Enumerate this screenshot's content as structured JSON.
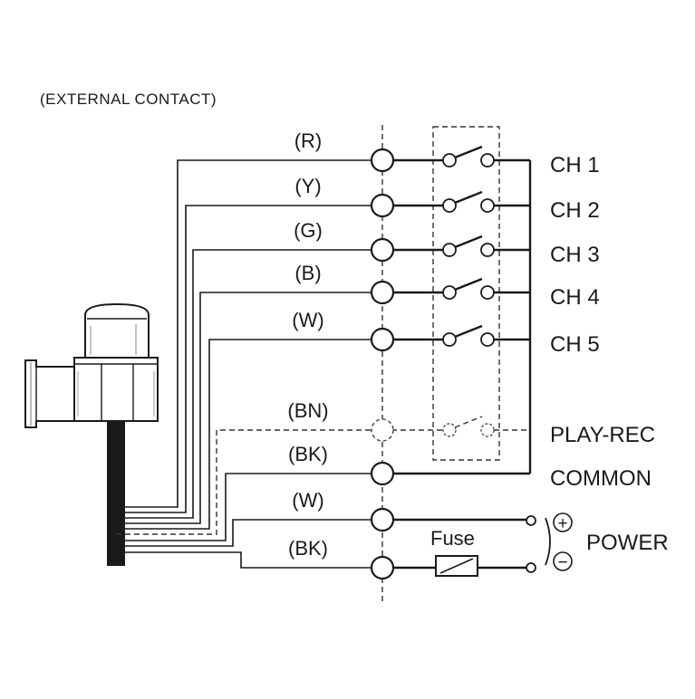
{
  "header": "(EXTERNAL CONTACT)",
  "wires": [
    {
      "color_code": "(R)",
      "channel": "CH 1",
      "dashed": false
    },
    {
      "color_code": "(Y)",
      "channel": "CH 2",
      "dashed": false
    },
    {
      "color_code": "(G)",
      "channel": "CH 3",
      "dashed": false
    },
    {
      "color_code": "(B)",
      "channel": "CH 4",
      "dashed": false
    },
    {
      "color_code": "(W)",
      "channel": "CH 5",
      "dashed": false
    },
    {
      "color_code": "(BN)",
      "channel": "PLAY-REC",
      "dashed": true
    },
    {
      "color_code": "(BK)",
      "channel": "COMMON",
      "dashed": false
    },
    {
      "color_code": "(W)",
      "channel": "",
      "dashed": false
    },
    {
      "color_code": "(BK)",
      "channel": "",
      "dashed": false
    }
  ],
  "power": {
    "label": "POWER",
    "fuse_label": "Fuse",
    "plus_symbol": "+",
    "minus_symbol": "−"
  },
  "colors": {
    "line": "#1a1a1a",
    "background": "#ffffff"
  }
}
